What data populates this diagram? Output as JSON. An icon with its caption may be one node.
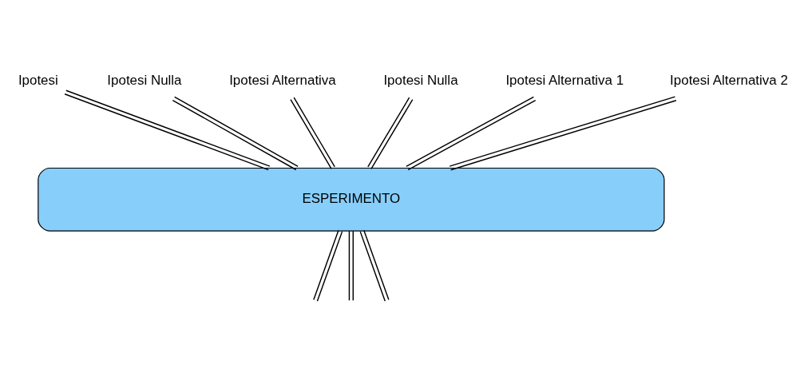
{
  "diagram": {
    "nodes": [
      {
        "text": [
          "Ipotesi"
        ]
      },
      {
        "text": [
          "Ipotesi Nulla"
        ]
      },
      {
        "text": [
          "Ipotesi Alternativa"
        ]
      },
      {
        "text": [
          "Ipotesi Nulla"
        ]
      },
      {
        "text": [
          "Ipotesi Alternativa 1"
        ]
      },
      {
        "text": [
          "Ipotesi Alternativa 2"
        ]
      },
      {
        "text": [
          "ESPERIMENTO"
        ]
      }
    ],
    "edges": [
      {
        "from": 0,
        "to": 6,
        "arrow": "none"
      },
      {
        "from": 1,
        "to": 6,
        "arrow": "none"
      },
      {
        "from": 2,
        "to": 6,
        "arrow": "none"
      },
      {
        "from": 3,
        "to": 6,
        "arrow": "none"
      },
      {
        "from": 4,
        "to": 6,
        "arrow": "none"
      },
      {
        "from": 5,
        "to": 6,
        "arrow": "none"
      },
      {
        "from": 6,
        "to": null,
        "arrow": "none"
      },
      {
        "from": 6,
        "to": null,
        "arrow": "none"
      },
      {
        "from": 6,
        "to": null,
        "arrow": "none"
      }
    ]
  }
}
